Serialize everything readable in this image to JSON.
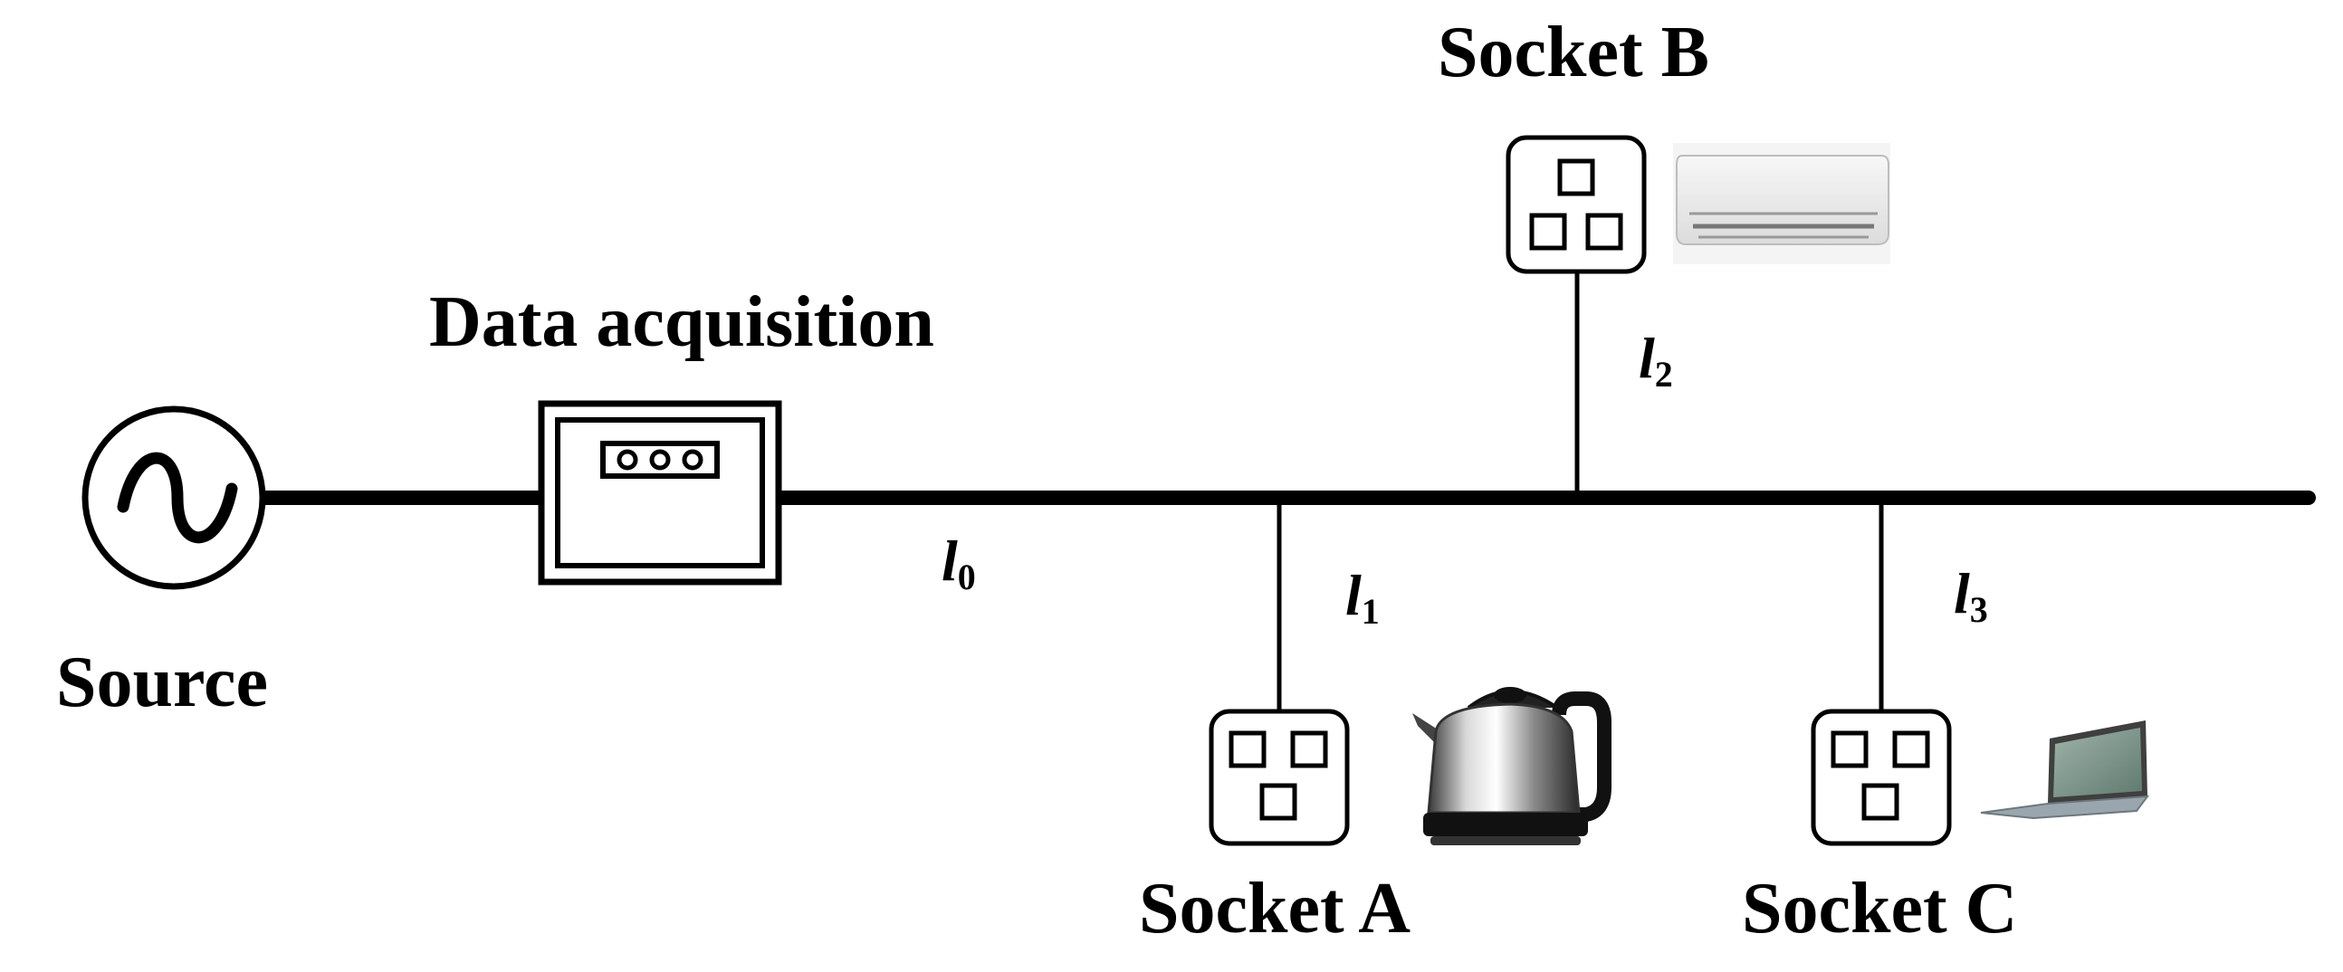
{
  "labels": {
    "source": "Source",
    "data_acquisition": "Data acquisition",
    "socket_a": "Socket A",
    "socket_b": "Socket B",
    "socket_c": "Socket C"
  },
  "segments": {
    "l0": {
      "letter": "l",
      "index": "0"
    },
    "l1": {
      "letter": "l",
      "index": "1"
    },
    "l2": {
      "letter": "l",
      "index": "2"
    },
    "l3": {
      "letter": "l",
      "index": "3"
    }
  },
  "icons": {
    "source": "ac-source-icon",
    "meter": "data-acquisition-meter-icon",
    "socket": "socket-icon",
    "appliance_a": "kettle-icon",
    "appliance_b": "air-conditioner-icon",
    "appliance_c": "laptop-icon"
  }
}
